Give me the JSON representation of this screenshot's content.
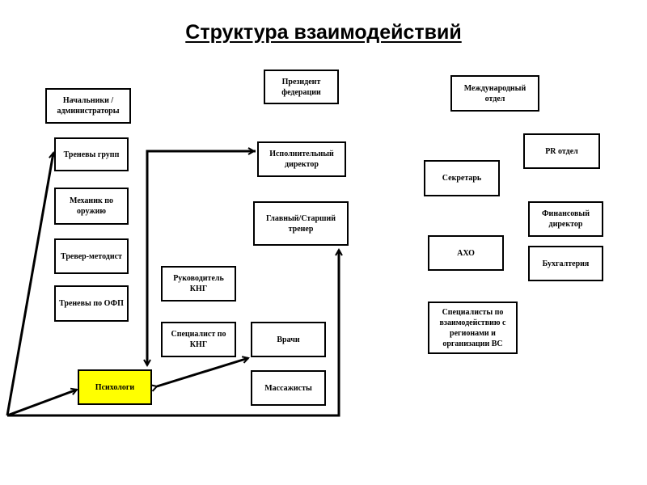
{
  "title": "Структура взаимодействий",
  "nodes": {
    "heads": "Начальники / администраторы",
    "group_trainers": "Треневы групп",
    "weapons_mechanic": "Механик по оружию",
    "trainer_methodist": "Тревер-методист",
    "ofp_trainers": "Треневы по ОФП",
    "psychologist": "Психологи",
    "president": "Президент федерации",
    "exec_director": "Исполнительный директор",
    "head_trainer": "Главный/Старший тренер",
    "kng_head": "Руководитель КНГ",
    "kng_specialist": "Специалист по КНГ",
    "doctors": "Врачи",
    "masseurs": "Массажисты",
    "intl_dept": "Международный отдел",
    "pr_dept": "PR отдел",
    "secretary": "Секретарь",
    "fin_director": "Финансовый директор",
    "aho": "АХО",
    "accounting": "Бухгалтерия",
    "regions_specialists": "Специалисты по взаимодействию с регионами и организации ВС"
  },
  "colors": {
    "highlight": "#ffff00",
    "line": "#000000"
  }
}
